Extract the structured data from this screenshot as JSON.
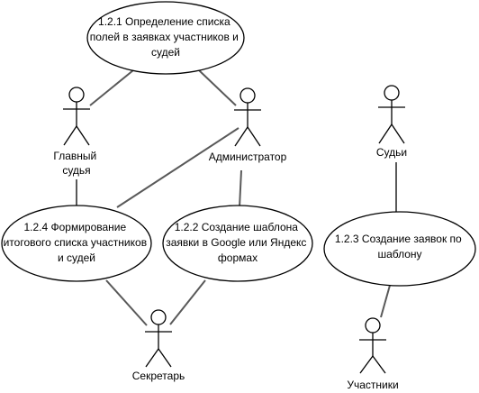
{
  "use_cases": {
    "uc_121": {
      "lines": [
        "1.2.1 Определение списка",
        "полей в заявках участников и",
        "судей"
      ]
    },
    "uc_124": {
      "lines": [
        "1.2.4 Формирование",
        "итогового списка участников",
        "и судей"
      ]
    },
    "uc_122": {
      "lines": [
        "1.2.2 Создание шаблона",
        "заявки в Google или Яндекс",
        "формах"
      ]
    },
    "uc_123": {
      "lines": [
        "1.2.3 Создание заявок по",
        "шаблону"
      ]
    }
  },
  "actors": {
    "head_judge": {
      "lines": [
        "Главный",
        "судья"
      ]
    },
    "admin": {
      "lines": [
        "Администратор"
      ]
    },
    "judges": {
      "lines": [
        "Судьи"
      ]
    },
    "secretary": {
      "lines": [
        "Секретарь"
      ]
    },
    "participants": {
      "lines": [
        "Участники"
      ]
    }
  }
}
